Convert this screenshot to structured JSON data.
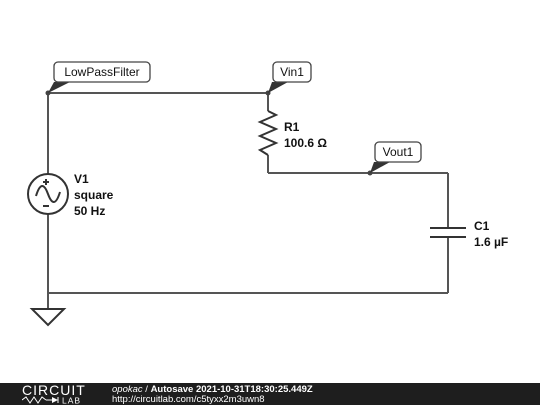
{
  "schematic": {
    "net_labels": {
      "lowpass": "LowPassFilter",
      "vin": "Vin1",
      "vout": "Vout1"
    },
    "components": {
      "source": {
        "name": "V1",
        "type": "square",
        "freq": "50 Hz"
      },
      "resistor": {
        "name": "R1",
        "value": "100.6 Ω"
      },
      "capacitor": {
        "name": "C1",
        "value": "1.6 µF"
      }
    }
  },
  "footer": {
    "logo_text": "CIRCUIT",
    "logo_sub": "LAB",
    "user": "opokac",
    "separator": " / ",
    "title": "Autosave 2021-10-31T18:30:25.449Z",
    "url": "http://circuitlab.com/c5tyxx2m3uwn8"
  }
}
